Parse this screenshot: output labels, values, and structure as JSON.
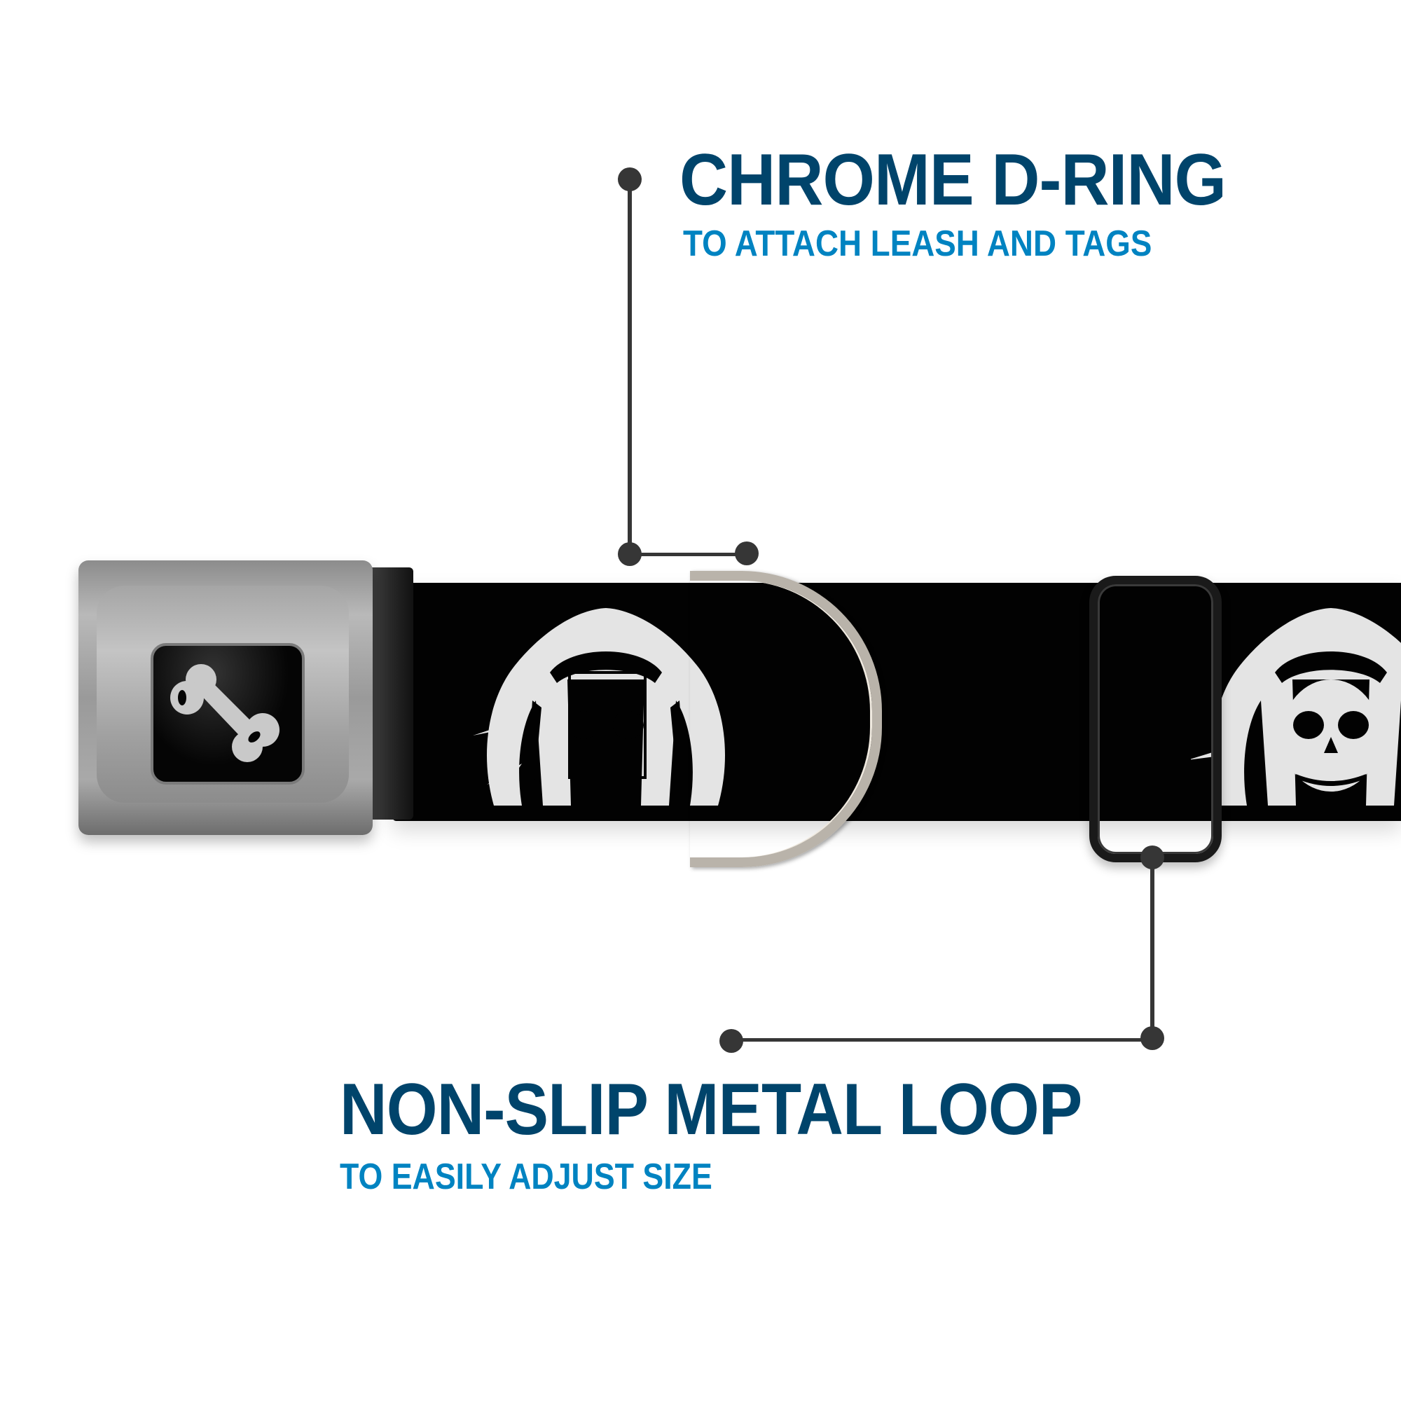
{
  "callouts": {
    "dring": {
      "title": "CHROME D-RING",
      "subtitle": "TO ATTACH LEASH AND TAGS"
    },
    "loop": {
      "title": "NON-SLIP METAL LOOP",
      "subtitle": "TO EASILY ADJUST SIZE"
    }
  },
  "product": {
    "buckle_logo_icon": "bone-icon",
    "strap_pattern": "skull-headdress-print",
    "colors": {
      "title": "#00446b",
      "subtitle": "#0083c1",
      "callout_line": "#363636",
      "strap": "#020202",
      "print": "#e6e6e6"
    }
  }
}
